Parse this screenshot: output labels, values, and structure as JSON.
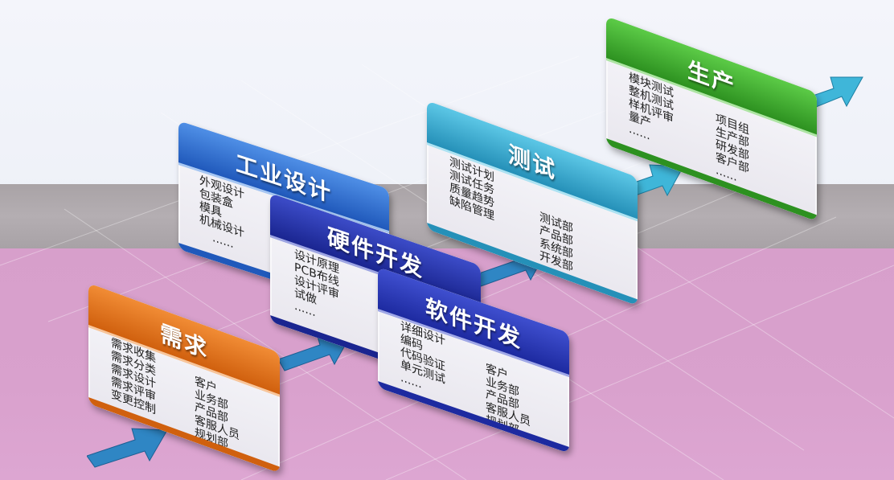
{
  "stages": [
    {
      "id": "requirements",
      "title": "需求",
      "color": "#e7731a",
      "left_items": [
        "需求收集",
        "需求分类",
        "需求设计",
        "需求评审",
        "变更控制"
      ],
      "right_items": [
        "客户",
        "业务部",
        "产品部",
        "客服人员",
        "规划部"
      ]
    },
    {
      "id": "industrial-design",
      "title": "工业设计",
      "color": "#2f6fd0",
      "left_items": [
        "外观设计",
        "包装盒",
        "模具",
        "机械设计"
      ],
      "right_items": [
        "......"
      ]
    },
    {
      "id": "hardware-dev",
      "title": "硬件开发",
      "color": "#2033a8",
      "left_items": [
        "设计原理",
        "PCB布线",
        "设计评审",
        "试做",
        "......"
      ],
      "right_items": []
    },
    {
      "id": "software-dev",
      "title": "软件开发",
      "color": "#2431b0",
      "left_items": [
        "详细设计",
        "编码",
        "代码验证",
        "单元测试",
        "......"
      ],
      "right_items": [
        "客户",
        "业务部",
        "产品部",
        "客服人员",
        "规划部"
      ]
    },
    {
      "id": "testing",
      "title": "测试",
      "color": "#33a9cc",
      "left_items": [
        "测试计划",
        "测试任务",
        "质量趋势",
        "缺陷管理"
      ],
      "right_items": [
        "测试部",
        "产品部",
        "系统部",
        "开发部",
        "......"
      ]
    },
    {
      "id": "production",
      "title": "生产",
      "color": "#3dac2e",
      "left_items": [
        "模块测试",
        "整机测试",
        "样机评审",
        "量产",
        "......"
      ],
      "right_items": [
        "项目组",
        "生产部",
        "研发部",
        "客户部",
        "......"
      ]
    }
  ],
  "colors": {
    "arrow": "#2f86c4",
    "card_bg": "#f4f4f8"
  }
}
